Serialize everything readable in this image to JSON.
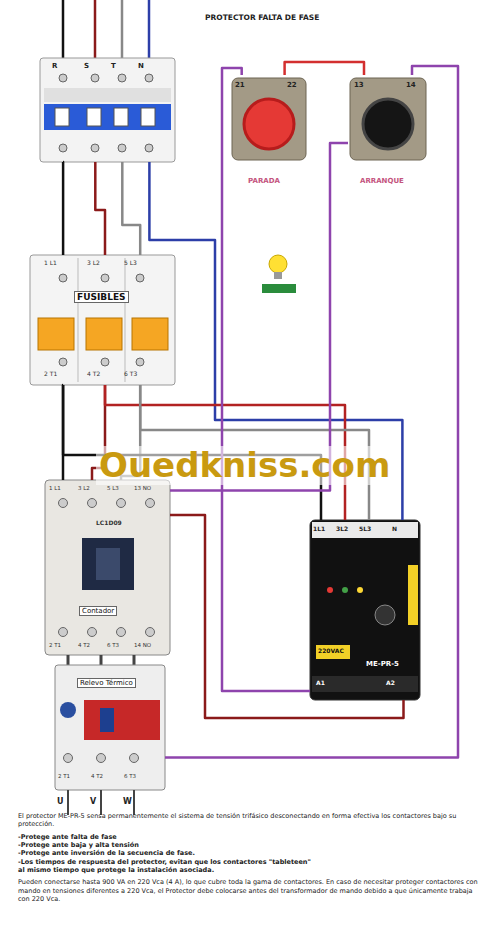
{
  "diagram": {
    "title": "PROTECTOR FALTA DE FASE",
    "caption": "El protector ME-PR-5 sensa permanentemente el sistema de tensión trifásico desconectando en forma efectiva los contactores bajo su protección.",
    "nodes": [
      {
        "text": [
          "R",
          "S",
          "T",
          "N"
        ]
      },
      {
        "text": [
          "FUSIBLES"
        ]
      },
      {
        "text": [
          "Contador"
        ]
      },
      {
        "text": [
          "Relevo Térmico"
        ]
      },
      {
        "text": [
          "PARADA"
        ]
      },
      {
        "text": [
          "ARRANQUE"
        ]
      },
      {
        "text": [
          "ME-PR-5"
        ]
      }
    ],
    "edges": [
      {
        "from": 0,
        "to": 1,
        "arrow": "none"
      },
      {
        "from": 0,
        "to": 1,
        "arrow": "none"
      },
      {
        "from": 0,
        "to": 1,
        "arrow": "none"
      },
      {
        "from": 0,
        "to": 6,
        "arrow": "none"
      },
      {
        "from": 1,
        "to": 2,
        "arrow": "none"
      },
      {
        "from": 1,
        "to": 2,
        "arrow": "none"
      },
      {
        "from": 1,
        "to": 2,
        "arrow": "none"
      },
      {
        "from": 1,
        "to": 6,
        "arrow": "none"
      },
      {
        "from": 1,
        "to": 6,
        "arrow": "none"
      },
      {
        "from": 1,
        "to": 6,
        "arrow": "none"
      },
      {
        "from": 4,
        "to": 5,
        "arrow": "none"
      },
      {
        "from": 6,
        "to": 4,
        "arrow": "none"
      },
      {
        "from": 5,
        "to": 3,
        "arrow": "none"
      },
      {
        "from": 2,
        "to": 5,
        "arrow": "none"
      },
      {
        "from": 6,
        "to": 2,
        "arrow": "none"
      }
    ],
    "labels": [
      "Ouedkniss.com",
      "21",
      "22",
      "13",
      "14",
      "1 L1",
      "3 L2",
      "5 L3",
      "2 T1",
      "4 T2",
      "6 T3",
      "LC1D09",
      "1 L1",
      "3 L2",
      "5 L3",
      "13 NO",
      "2 T1",
      "4 T2",
      "6 T3",
      "14 NO",
      "2 T1",
      "4 T2",
      "6 T3",
      "U",
      "V",
      "W",
      "1L1",
      "3L2",
      "5L3",
      "N",
      "A1",
      "A2",
      "220VAC",
      "-Protege ante falta de fase",
      "-Protege ante baja y alta tensión",
      "-Protege ante inversión de la secuencia de fase.",
      "-Los tiempos de respuesta del protector, evitan que los contactores \"tableteen\" al mismo tiempo que protege la instalación asociada.",
      "Pueden conectarse hasta 900 VA en 220 Vca (4 A), lo que cubre toda la gama de contactores. En caso de necesitar proteger contactores con mando en tensiones diferentes a 220 Vca, el Protector debe colocarse antes del transformador de mando debido a que únicamente trabaja con 220 Vca."
    ]
  }
}
